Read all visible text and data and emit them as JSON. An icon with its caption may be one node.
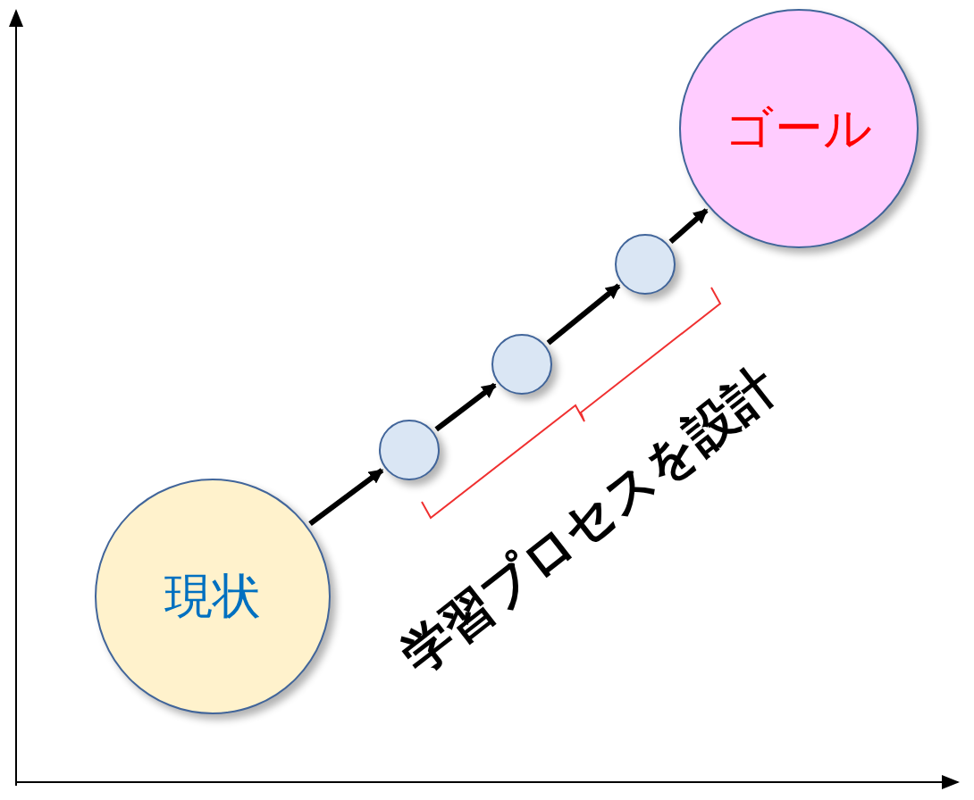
{
  "diagram": {
    "nodes": [
      {
        "text": [
          "現状"
        ]
      },
      {
        "text": [],
        "shape": "circle"
      },
      {
        "text": [],
        "shape": "circle"
      },
      {
        "text": [],
        "shape": "circle"
      },
      {
        "text": [
          "ゴール"
        ]
      }
    ],
    "edges": [
      {
        "from": 0,
        "to": 1,
        "arrow": "to"
      },
      {
        "from": 1,
        "to": 2,
        "arrow": "to"
      },
      {
        "from": 2,
        "to": 3,
        "arrow": "to"
      },
      {
        "from": 3,
        "to": 4,
        "arrow": "to"
      }
    ],
    "labels": [
      "学習プロセスを設計"
    ]
  }
}
